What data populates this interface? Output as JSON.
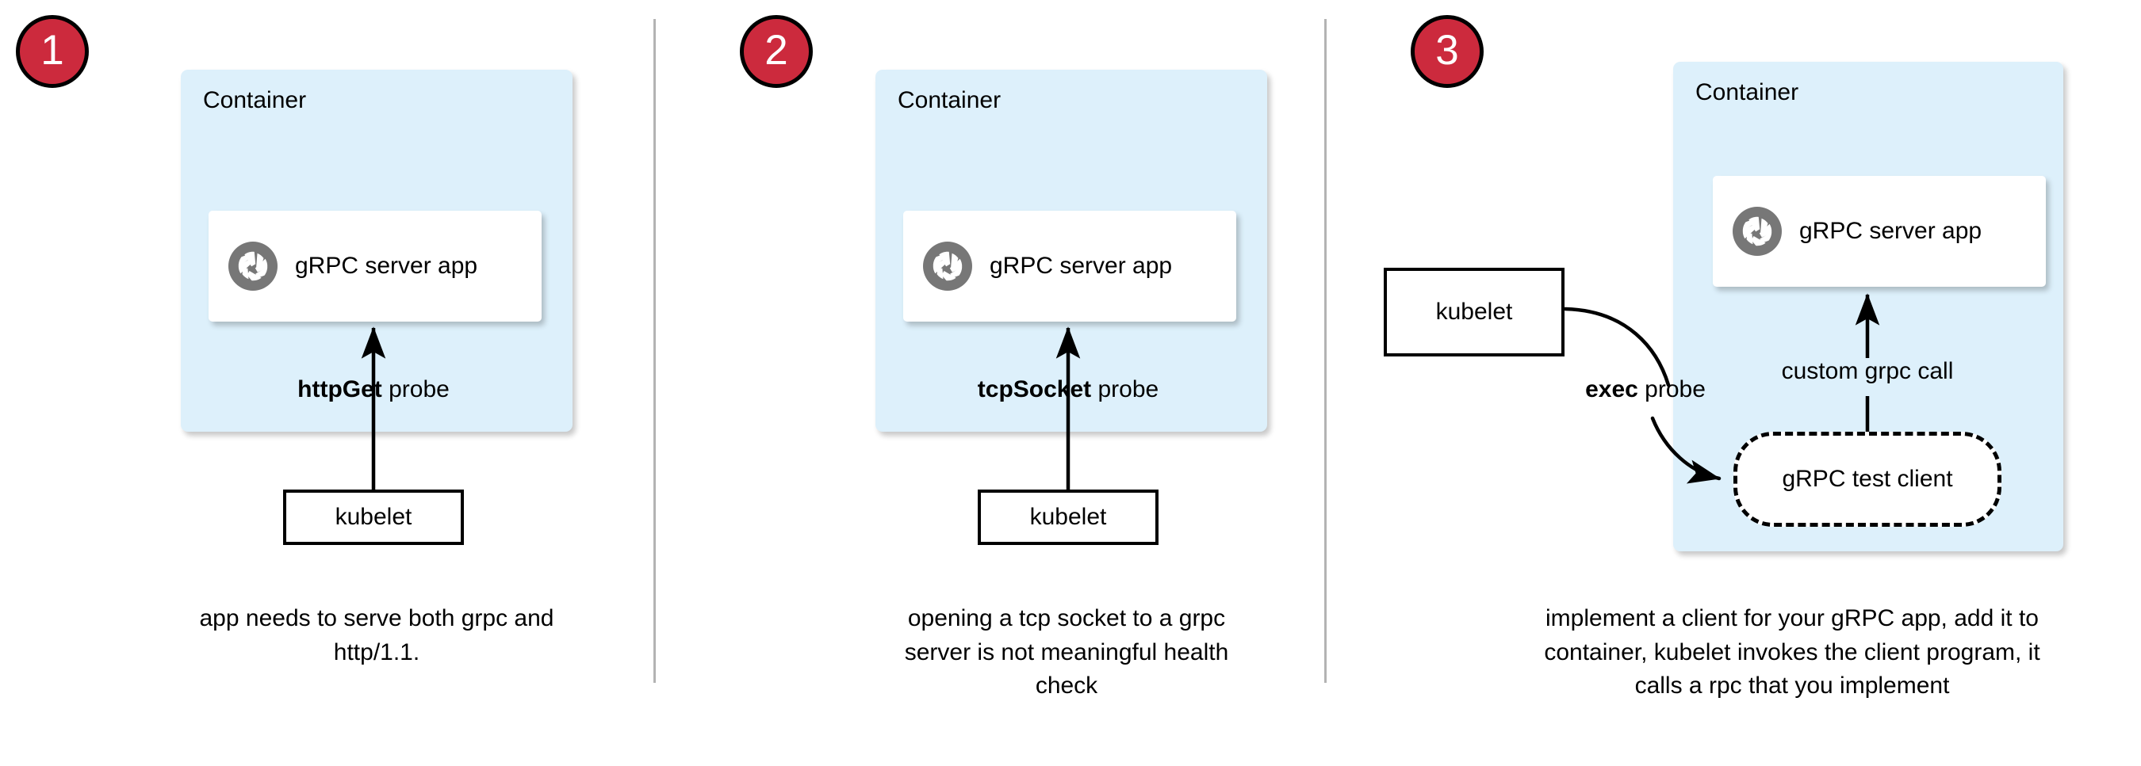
{
  "theme": {
    "badge_fill": "#cc2a3d",
    "badge_stroke": "#000000",
    "badge_text": "#ffffff",
    "container_fill": "#ddf0fb",
    "card_fill": "#ffffff",
    "stroke": "#000000",
    "divider": "#b3b3b3",
    "icon_gray": "#777777",
    "page_bg": "#ffffff"
  },
  "icons": {
    "grpc": "grpc-aperture-icon"
  },
  "panels": [
    {
      "number": "1",
      "container_label": "Container",
      "app_label": "gRPC server app",
      "probe_label_bold": "httpGet",
      "probe_label_rest": " probe",
      "kubelet_label": "kubelet",
      "caption": "app needs to serve both grpc and http/1.1."
    },
    {
      "number": "2",
      "container_label": "Container",
      "app_label": "gRPC server app",
      "probe_label_bold": "tcpSocket",
      "probe_label_rest": " probe",
      "kubelet_label": "kubelet",
      "caption": "opening a tcp socket to a grpc server is not meaningful health check"
    },
    {
      "number": "3",
      "container_label": "Container",
      "app_label": "gRPC server app",
      "probe_label_bold": "exec",
      "probe_label_rest": " probe",
      "kubelet_label": "kubelet",
      "client_label": "gRPC test client",
      "call_label": "custom grpc call",
      "caption": "implement a client for your gRPC app, add it to container, kubelet invokes the client program, it calls a rpc that you implement"
    }
  ]
}
